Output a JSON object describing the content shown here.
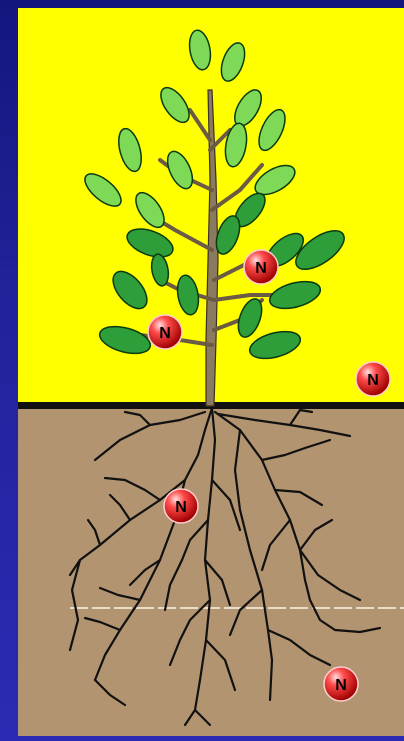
{
  "diagram": {
    "colors": {
      "sky": "#ffff00",
      "soil": "#b29470",
      "ground_line": "#111111",
      "stem": "#8a7a60",
      "leaf_fill": "#2d9e3a",
      "leaf_light": "#7ed957",
      "leaf_outline": "#0a3a10",
      "root": "#111111",
      "marker_red": "#e02020"
    },
    "markers": [
      {
        "id": "leaf-upper",
        "label": "N"
      },
      {
        "id": "leaf-lower",
        "label": "N"
      },
      {
        "id": "air",
        "label": "N"
      },
      {
        "id": "soil-upper",
        "label": "N"
      },
      {
        "id": "soil-lower",
        "label": "N"
      }
    ]
  }
}
